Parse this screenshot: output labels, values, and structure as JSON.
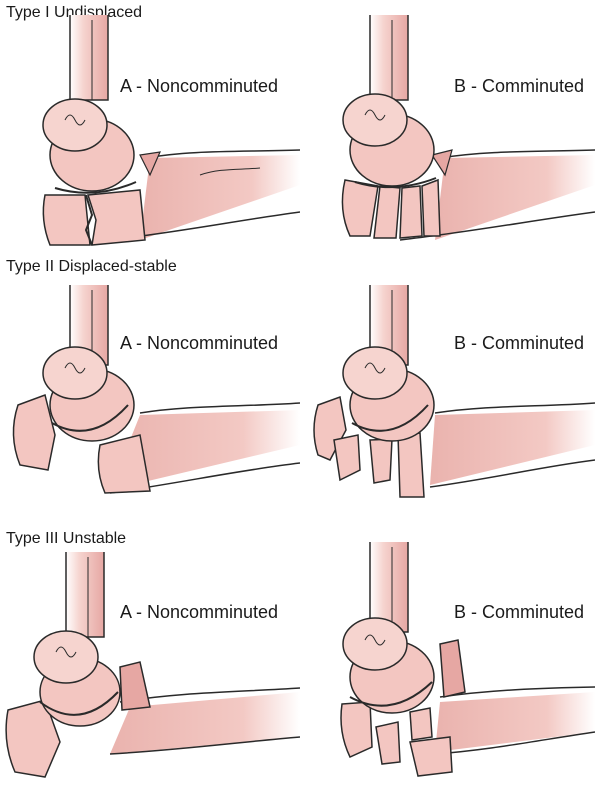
{
  "rows": [
    {
      "title": "Type I Undisplaced",
      "panels": [
        {
          "label": "A - Noncomminuted"
        },
        {
          "label": "B - Comminuted"
        }
      ]
    },
    {
      "title": "Type II Displaced-stable",
      "panels": [
        {
          "label": "A - Noncomminuted"
        },
        {
          "label": "B - Comminuted"
        }
      ]
    },
    {
      "title": "Type III Unstable",
      "panels": [
        {
          "label": "A - Noncomminuted"
        },
        {
          "label": "B - Comminuted"
        }
      ]
    }
  ],
  "colors": {
    "bone": "#f3c6c1",
    "bone_shade": "#e6a7a3",
    "outline": "#2a2a2a"
  }
}
